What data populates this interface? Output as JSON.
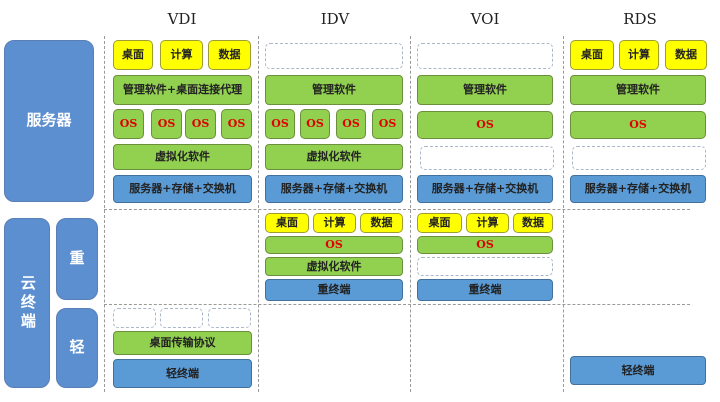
{
  "columns": [
    "VDI",
    "IDV",
    "VOI",
    "RDS"
  ],
  "left": {
    "server": "服务器",
    "cloud_terminal": "云终端",
    "heavy": "重",
    "light": "轻"
  },
  "apps": {
    "desktop": "桌面",
    "compute": "计算",
    "data": "数据"
  },
  "vdi": {
    "mgmt": "管理软件+桌面连接代理",
    "os": [
      "OS",
      "OS",
      "OS",
      "OS"
    ],
    "virt": "虚拟化软件",
    "hw": "服务器+存储+交换机",
    "protocol": "桌面传输协议",
    "thin": "轻终端"
  },
  "idv": {
    "mgmt": "管理软件",
    "os": [
      "OS",
      "OS",
      "OS",
      "OS"
    ],
    "virt": "虚拟化软件",
    "hw": "服务器+存储+交换机",
    "client_os": "OS",
    "client_virt": "虚拟化软件",
    "fat": "重终端"
  },
  "voi": {
    "mgmt": "管理软件",
    "os": "OS",
    "hw": "服务器+存储+交换机",
    "client_os": "OS",
    "fat": "重终端"
  },
  "rds": {
    "mgmt": "管理软件",
    "os": "OS",
    "hw": "服务器+存储+交换机",
    "thin": "轻终端"
  }
}
